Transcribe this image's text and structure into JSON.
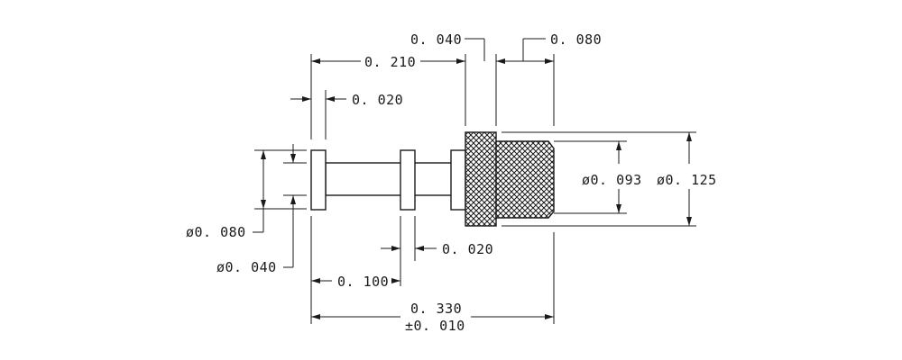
{
  "drawing": {
    "dimensions": {
      "knurl_width": "0. 040",
      "tip_length": "0. 080",
      "shoulder_length": "0. 210",
      "flange_thickness": "0. 020",
      "collar_thickness": "0. 020",
      "flange_spacing": "0. 100",
      "overall_length": "0. 330",
      "overall_tolerance": "±0. 010",
      "tip_diameter": "ø0. 093",
      "knurl_diameter": "ø0. 125",
      "flange_diameter": "ø0. 080",
      "shaft_diameter": "ø0. 040"
    },
    "colors": {
      "line": "#1a1a1a",
      "background": "#ffffff",
      "knurl_fill": "#1a1a1a"
    }
  }
}
